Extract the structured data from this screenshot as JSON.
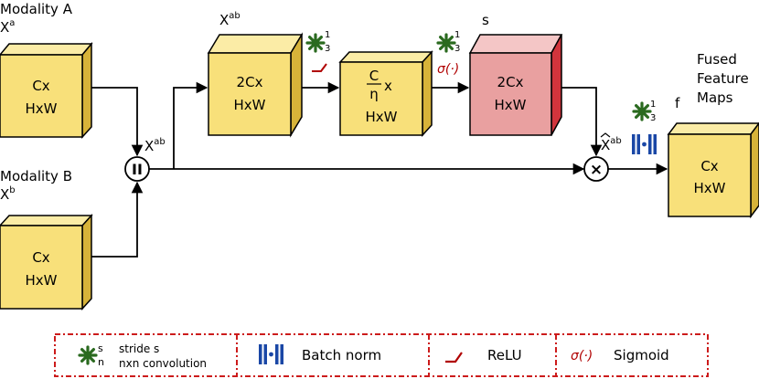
{
  "inputs": {
    "a": {
      "title": "Modality A",
      "var_main": "X",
      "var_sup": "a",
      "line1": "Cx",
      "line2": "HxW"
    },
    "b": {
      "title": "Modality B",
      "var_main": "X",
      "var_sup": "b",
      "line1": "Cx",
      "line2": "HxW"
    }
  },
  "concat": {
    "symbol": "II",
    "out_main": "X",
    "out_sup": "ab"
  },
  "conv_stage1": {
    "var_main": "X",
    "var_sup": "ab",
    "line1": "2Cx",
    "line2": "HxW",
    "conv_top": "1",
    "conv_bottom": "3"
  },
  "conv_stage2": {
    "frac_num": "C",
    "frac_den": "η",
    "frac_suffix": "x",
    "line2": "HxW",
    "conv_top": "1",
    "conv_bottom": "3",
    "activation": "σ(·)"
  },
  "sigmoid_out": {
    "label": "s",
    "line1": "2Cx",
    "line2": "HxW"
  },
  "multiply": {
    "symbol": "×",
    "out_main": "X",
    "out_sup": "ab"
  },
  "output": {
    "title_lines": [
      "Fused",
      "Feature",
      "Maps"
    ],
    "label": "f",
    "line1": "Cx",
    "line2": "HxW",
    "conv_top": "1",
    "conv_bottom": "3"
  },
  "legend": {
    "conv_top": "s",
    "conv_bottom": "n",
    "conv_text1": "stride s",
    "conv_text2": "nxn convolution",
    "bn_text": "Batch norm",
    "relu_text": "ReLU",
    "sig_symbol": "σ(·)",
    "sig_text": "Sigmoid"
  },
  "colors": {
    "box_front": "#f8e07a",
    "box_side": "#d7b339",
    "box_top": "#fbeca6",
    "pink_front": "#e9a0a0",
    "pink_side": "#d2343c",
    "pink_top": "#f4c6c6",
    "conv_green": "#2a6a1f",
    "bn_blue": "#1a47a6",
    "red": "#b00000"
  }
}
